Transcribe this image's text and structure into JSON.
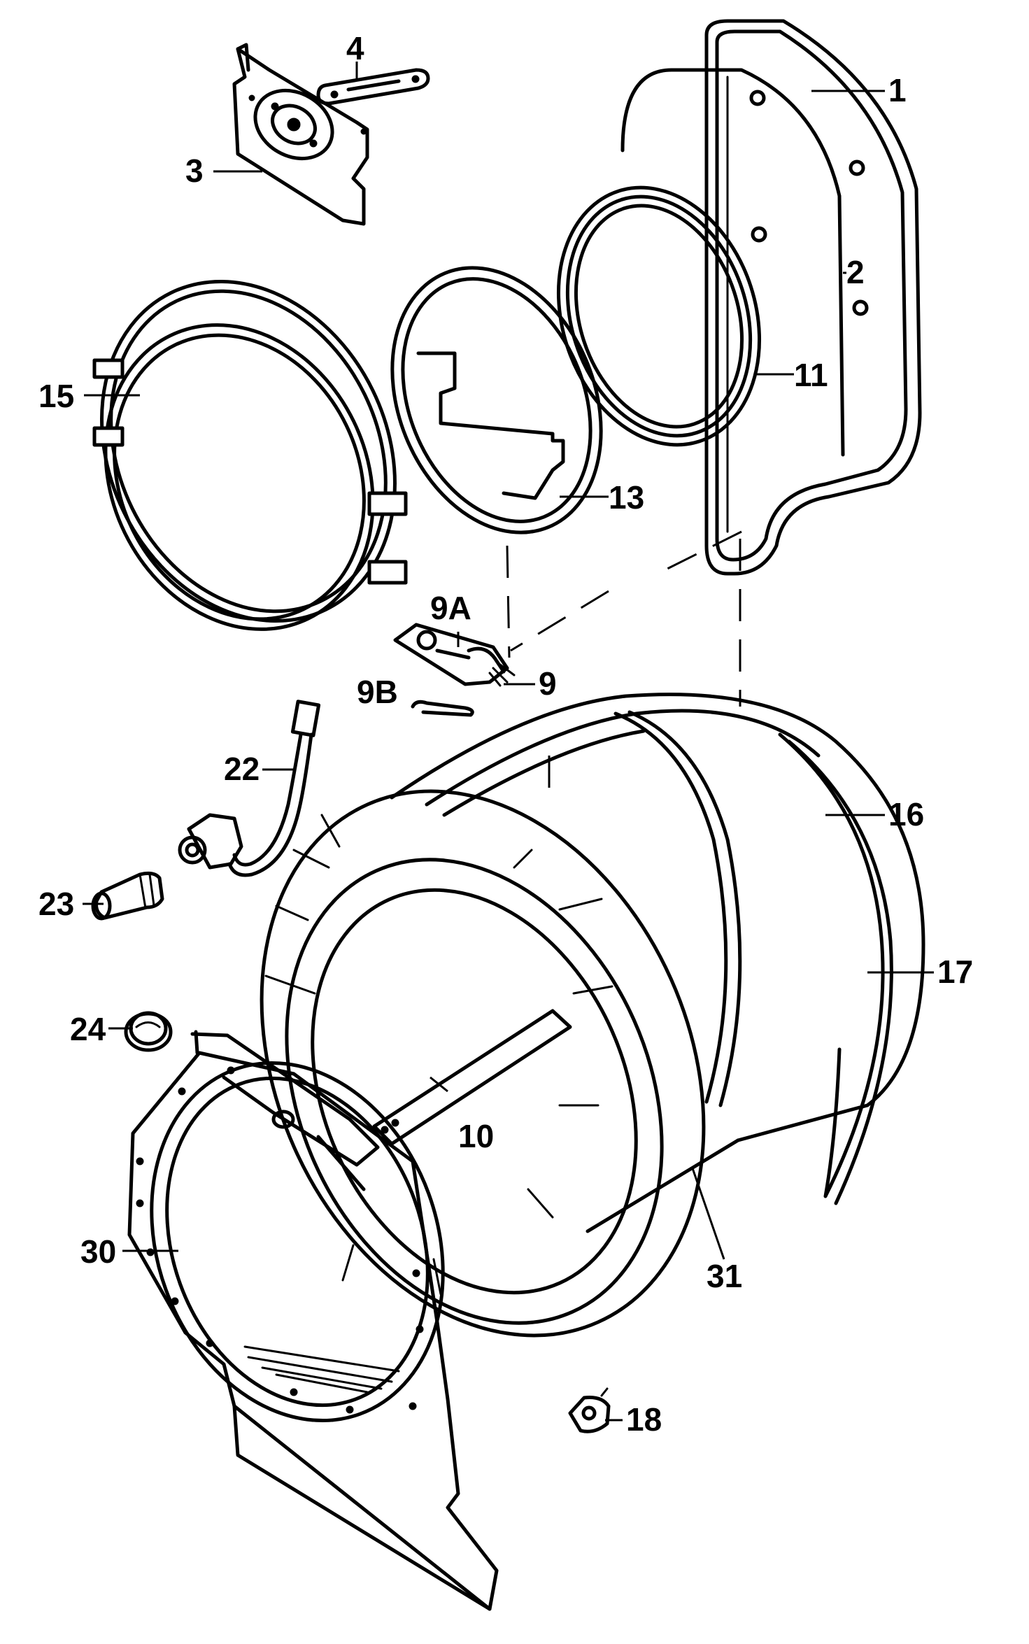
{
  "callouts": {
    "c1": "1",
    "c2": "2",
    "c3": "3",
    "c4": "4",
    "c9": "9",
    "c9a": "9A",
    "c9b": "9B",
    "c10": "10",
    "c11": "11",
    "c13": "13",
    "c15": "15",
    "c16": "16",
    "c17": "17",
    "c18": "18",
    "c22": "22",
    "c23": "23",
    "c24": "24",
    "c30": "30",
    "c31": "31"
  }
}
